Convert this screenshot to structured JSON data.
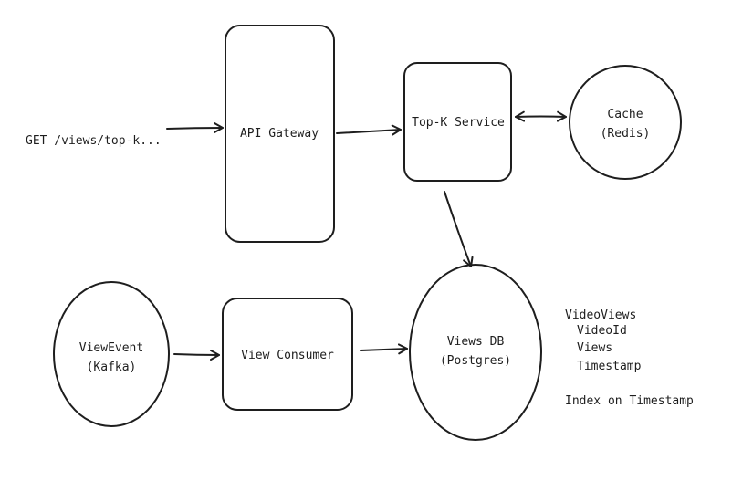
{
  "request": {
    "label": "GET /views/top-k..."
  },
  "nodes": {
    "api_gateway": {
      "label": "API Gateway"
    },
    "topk_service": {
      "label": "Top-K Service"
    },
    "cache": {
      "line1": "Cache",
      "line2": "(Redis)"
    },
    "view_event": {
      "line1": "ViewEvent",
      "line2": "(Kafka)"
    },
    "view_consumer": {
      "label": "View Consumer"
    },
    "views_db": {
      "line1": "Views DB",
      "line2": "(Postgres)"
    }
  },
  "schema": {
    "table": "VideoViews",
    "columns": [
      "VideoId",
      "Views",
      "Timestamp"
    ],
    "index_note": "Index on Timestamp"
  }
}
